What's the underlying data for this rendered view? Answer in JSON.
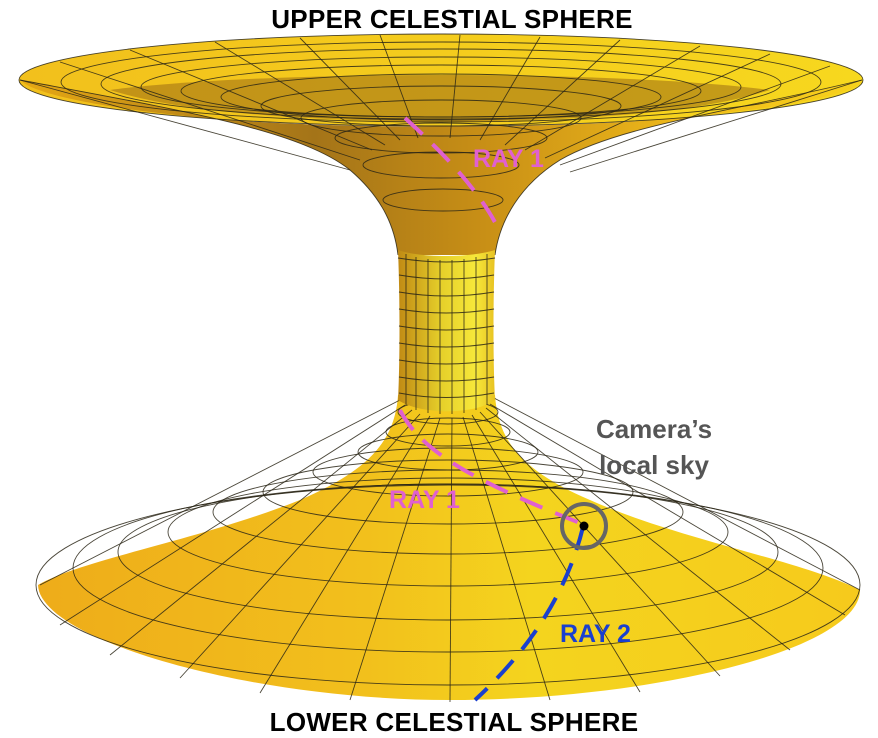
{
  "labels": {
    "upper_sphere": "UPPER CELESTIAL SPHERE",
    "lower_sphere": "LOWER CELESTIAL SPHERE",
    "ray1_upper": "RAY 1",
    "ray1_lower": "RAY 1",
    "ray2": "RAY 2",
    "camera_line1": "Camera’s",
    "camera_line2": "local sky"
  },
  "colors": {
    "surface_light": "#f7d21c",
    "surface_mid": "#efb21a",
    "surface_dark": "#b98412",
    "throat_light": "#f6e83a",
    "ray1": "#e060d0",
    "ray2": "#1a3fcf",
    "camera_circle": "#666666",
    "text": "#000000",
    "camera_text": "#555555"
  }
}
